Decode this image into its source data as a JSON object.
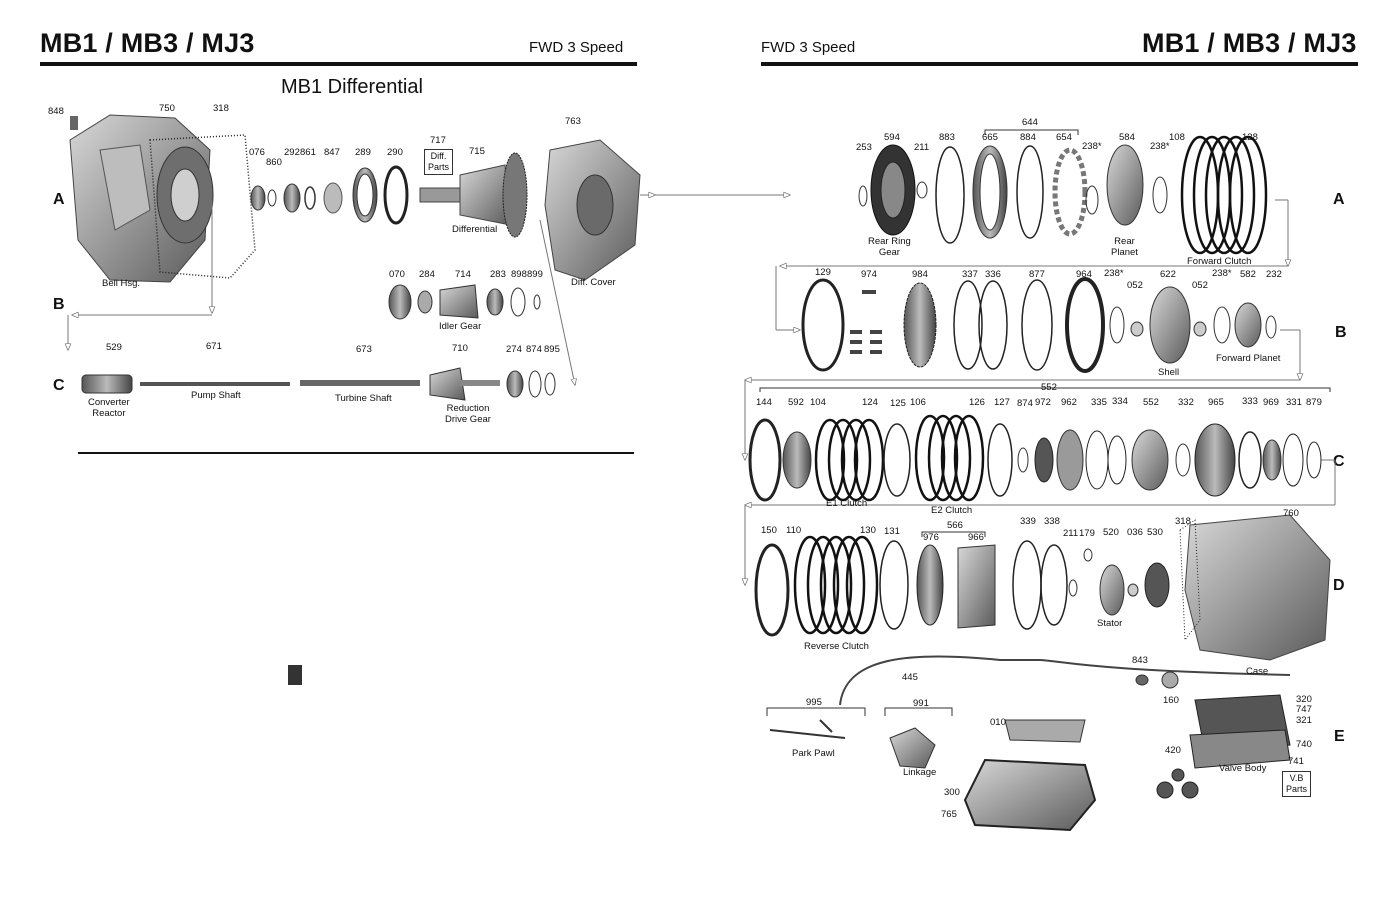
{
  "left_page": {
    "title": "MB1 / MB3 / MJ3",
    "subtitle": "FWD 3 Speed",
    "section_title": "MB1 Differential"
  },
  "right_page": {
    "title": "MB1 / MB3 / MJ3",
    "subtitle": "FWD 3 Speed"
  },
  "row_letters": {
    "left": [
      "A",
      "B",
      "C"
    ],
    "right": [
      "A",
      "B",
      "C",
      "D",
      "E"
    ]
  },
  "left_row_a": {
    "part_numbers": [
      "848",
      "750",
      "318",
      "076",
      "860",
      "292",
      "861",
      "847",
      "289",
      "290",
      "717",
      "715",
      "763"
    ],
    "labels": {
      "bell_hsg": "Bell Hsg.",
      "differential": "Differential",
      "diff_cover": "Diff. Cover",
      "diff_parts_line1": "Diff.",
      "diff_parts_line2": "Parts"
    }
  },
  "left_row_b": {
    "part_numbers": [
      "070",
      "284",
      "714",
      "283",
      "898",
      "899"
    ],
    "labels": {
      "idler_gear": "Idler Gear"
    }
  },
  "left_row_c": {
    "part_numbers": [
      "529",
      "671",
      "673",
      "710",
      "274",
      "874",
      "895"
    ],
    "labels": {
      "converter_line1": "Converter",
      "converter_line2": "Reactor",
      "pump_shaft": "Pump Shaft",
      "turbine_shaft": "Turbine Shaft",
      "reduction_line1": "Reduction",
      "reduction_line2": "Drive Gear"
    }
  },
  "right_row_a": {
    "part_numbers": [
      "253",
      "594",
      "211",
      "883",
      "665",
      "884",
      "654",
      "644",
      "238*",
      "584",
      "238*",
      "108",
      "128"
    ],
    "labels": {
      "rear_ring_line1": "Rear Ring",
      "rear_ring_line2": "Gear",
      "rear_planet_line1": "Rear",
      "rear_planet_line2": "Planet",
      "forward_clutch": "Forward Clutch"
    }
  },
  "right_row_b": {
    "part_numbers": [
      "129",
      "974",
      "984",
      "337",
      "336",
      "877",
      "964",
      "238*",
      "052",
      "622",
      "052",
      "238*",
      "582",
      "232"
    ],
    "labels": {
      "shell": "Shell",
      "forward_planet": "Forward Planet"
    }
  },
  "right_row_c": {
    "part_numbers": [
      "552",
      "144",
      "592",
      "104",
      "124",
      "125",
      "106",
      "126",
      "127",
      "874",
      "972",
      "962",
      "335",
      "334",
      "552",
      "332",
      "965",
      "333",
      "969",
      "331",
      "879"
    ],
    "labels": {
      "e1_clutch": "E1 Clutch",
      "e2_clutch": "E2 Clutch"
    }
  },
  "right_row_d": {
    "part_numbers": [
      "150",
      "110",
      "130",
      "131",
      "566",
      "976",
      "966",
      "339",
      "338",
      "211",
      "179",
      "520",
      "036",
      "530",
      "318",
      "760"
    ],
    "labels": {
      "reverse_clutch": "Reverse Clutch",
      "stator": "Stator",
      "case": "Case"
    }
  },
  "right_row_e": {
    "part_numbers": [
      "445",
      "995",
      "991",
      "010",
      "843",
      "160",
      "320",
      "747",
      "321",
      "740",
      "420",
      "741",
      "300",
      "765"
    ],
    "labels": {
      "park_pawl": "Park Pawl",
      "linkage": "Linkage",
      "valve_body": "Valve Body",
      "vb_parts_line1": "V.B",
      "vb_parts_line2": "Parts"
    }
  },
  "colors": {
    "ink": "#111111",
    "part_grey": "#8a8a8a",
    "part_dark": "#3c3c3c",
    "arrow": "#777777"
  }
}
